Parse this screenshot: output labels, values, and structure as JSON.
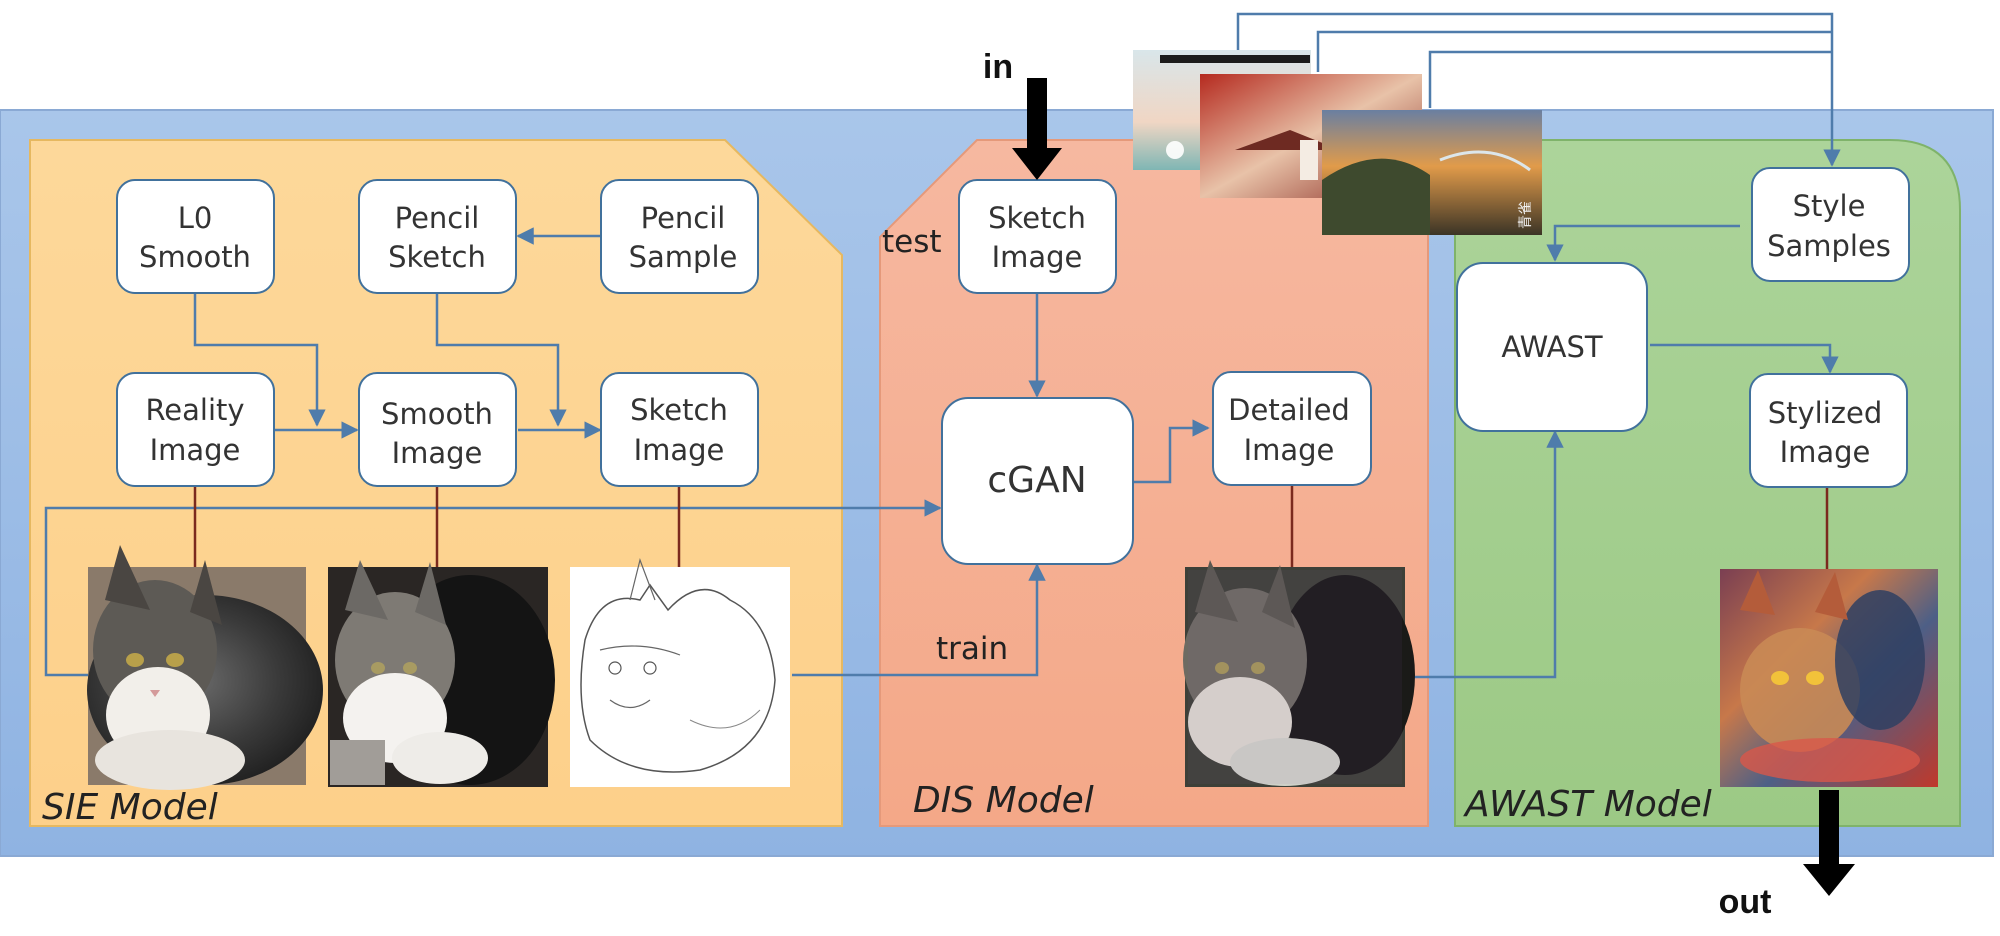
{
  "io": {
    "in_label": "in",
    "out_label": "out"
  },
  "panels": {
    "sie": {
      "label": "SIE Model",
      "color": "#fdd58a"
    },
    "dis": {
      "label": "DIS Model",
      "color": "#f5ad8f"
    },
    "awast": {
      "label": "AWAST Model",
      "color": "#a5d18c"
    },
    "outer": {
      "color": "#9dbde6"
    }
  },
  "nodes": {
    "l0_smooth": [
      "L0",
      "Smooth"
    ],
    "pencil_sketch": [
      "Pencil",
      "Sketch"
    ],
    "pencil_sample": [
      "Pencil",
      "Sample"
    ],
    "reality_image": [
      "Reality",
      "Image"
    ],
    "smooth_image": [
      "Smooth",
      "Image"
    ],
    "sketch_image_sie": [
      "Sketch",
      "Image"
    ],
    "sketch_image_dis": [
      "Sketch",
      "Image"
    ],
    "cgan": "cGAN",
    "detailed_image": [
      "Detailed",
      "Image"
    ],
    "awast": "AWAST",
    "style_samples": [
      "Style",
      "Samples"
    ],
    "stylized_image": [
      "Stylized",
      "Image"
    ]
  },
  "edges": {
    "test_label": "test",
    "train_label": "train"
  },
  "watermark": "青雀"
}
